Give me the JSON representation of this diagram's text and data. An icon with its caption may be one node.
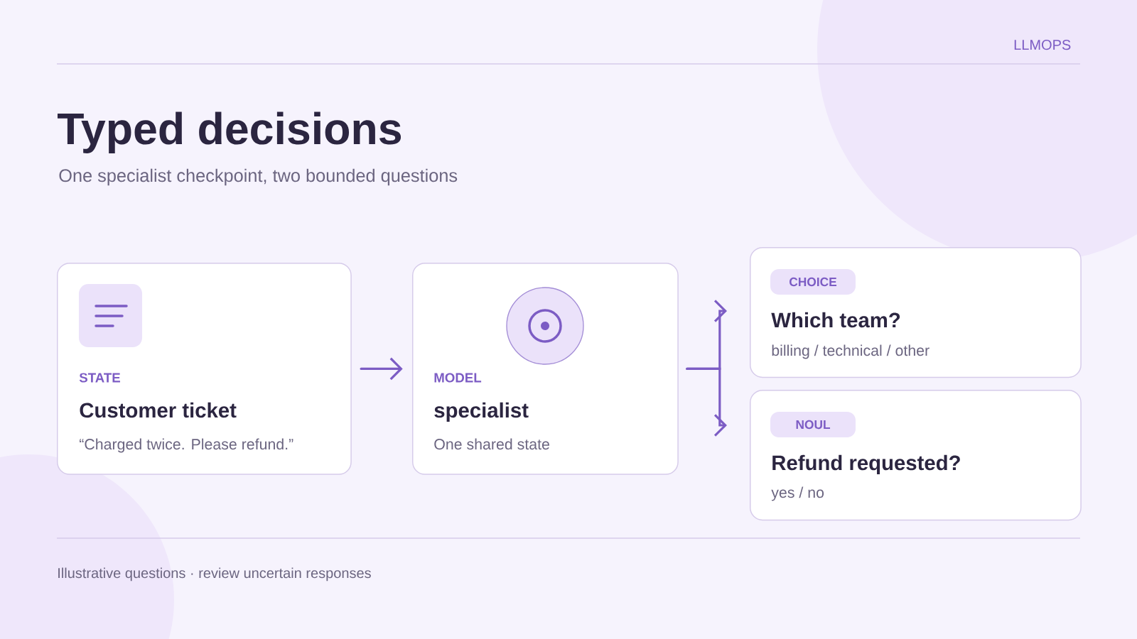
{
  "diagram": {
    "title": "Typed decisions",
    "nodes": [
      {
        "text": [
          "STATE",
          "Customer ticket",
          "“Charged twice. Please refund.”"
        ]
      },
      {
        "text": [
          "MODEL",
          "specialist",
          "One shared state"
        ]
      },
      {
        "text": [
          "CHOICE",
          "Which team?",
          "billing / technical / other"
        ]
      },
      {
        "text": [
          "NOUL",
          "Refund requested?",
          "yes / no"
        ]
      }
    ],
    "edges": [
      {
        "from": 0,
        "to": 1,
        "arrow": "to"
      },
      {
        "from": 1,
        "to": 2,
        "arrow": "to"
      },
      {
        "from": 1,
        "to": 3,
        "arrow": "to"
      }
    ],
    "labels": [
      "LLMOPS",
      "One specialist checkpoint, two bounded questions",
      "Illustrative questions · review uncertain responses"
    ]
  }
}
